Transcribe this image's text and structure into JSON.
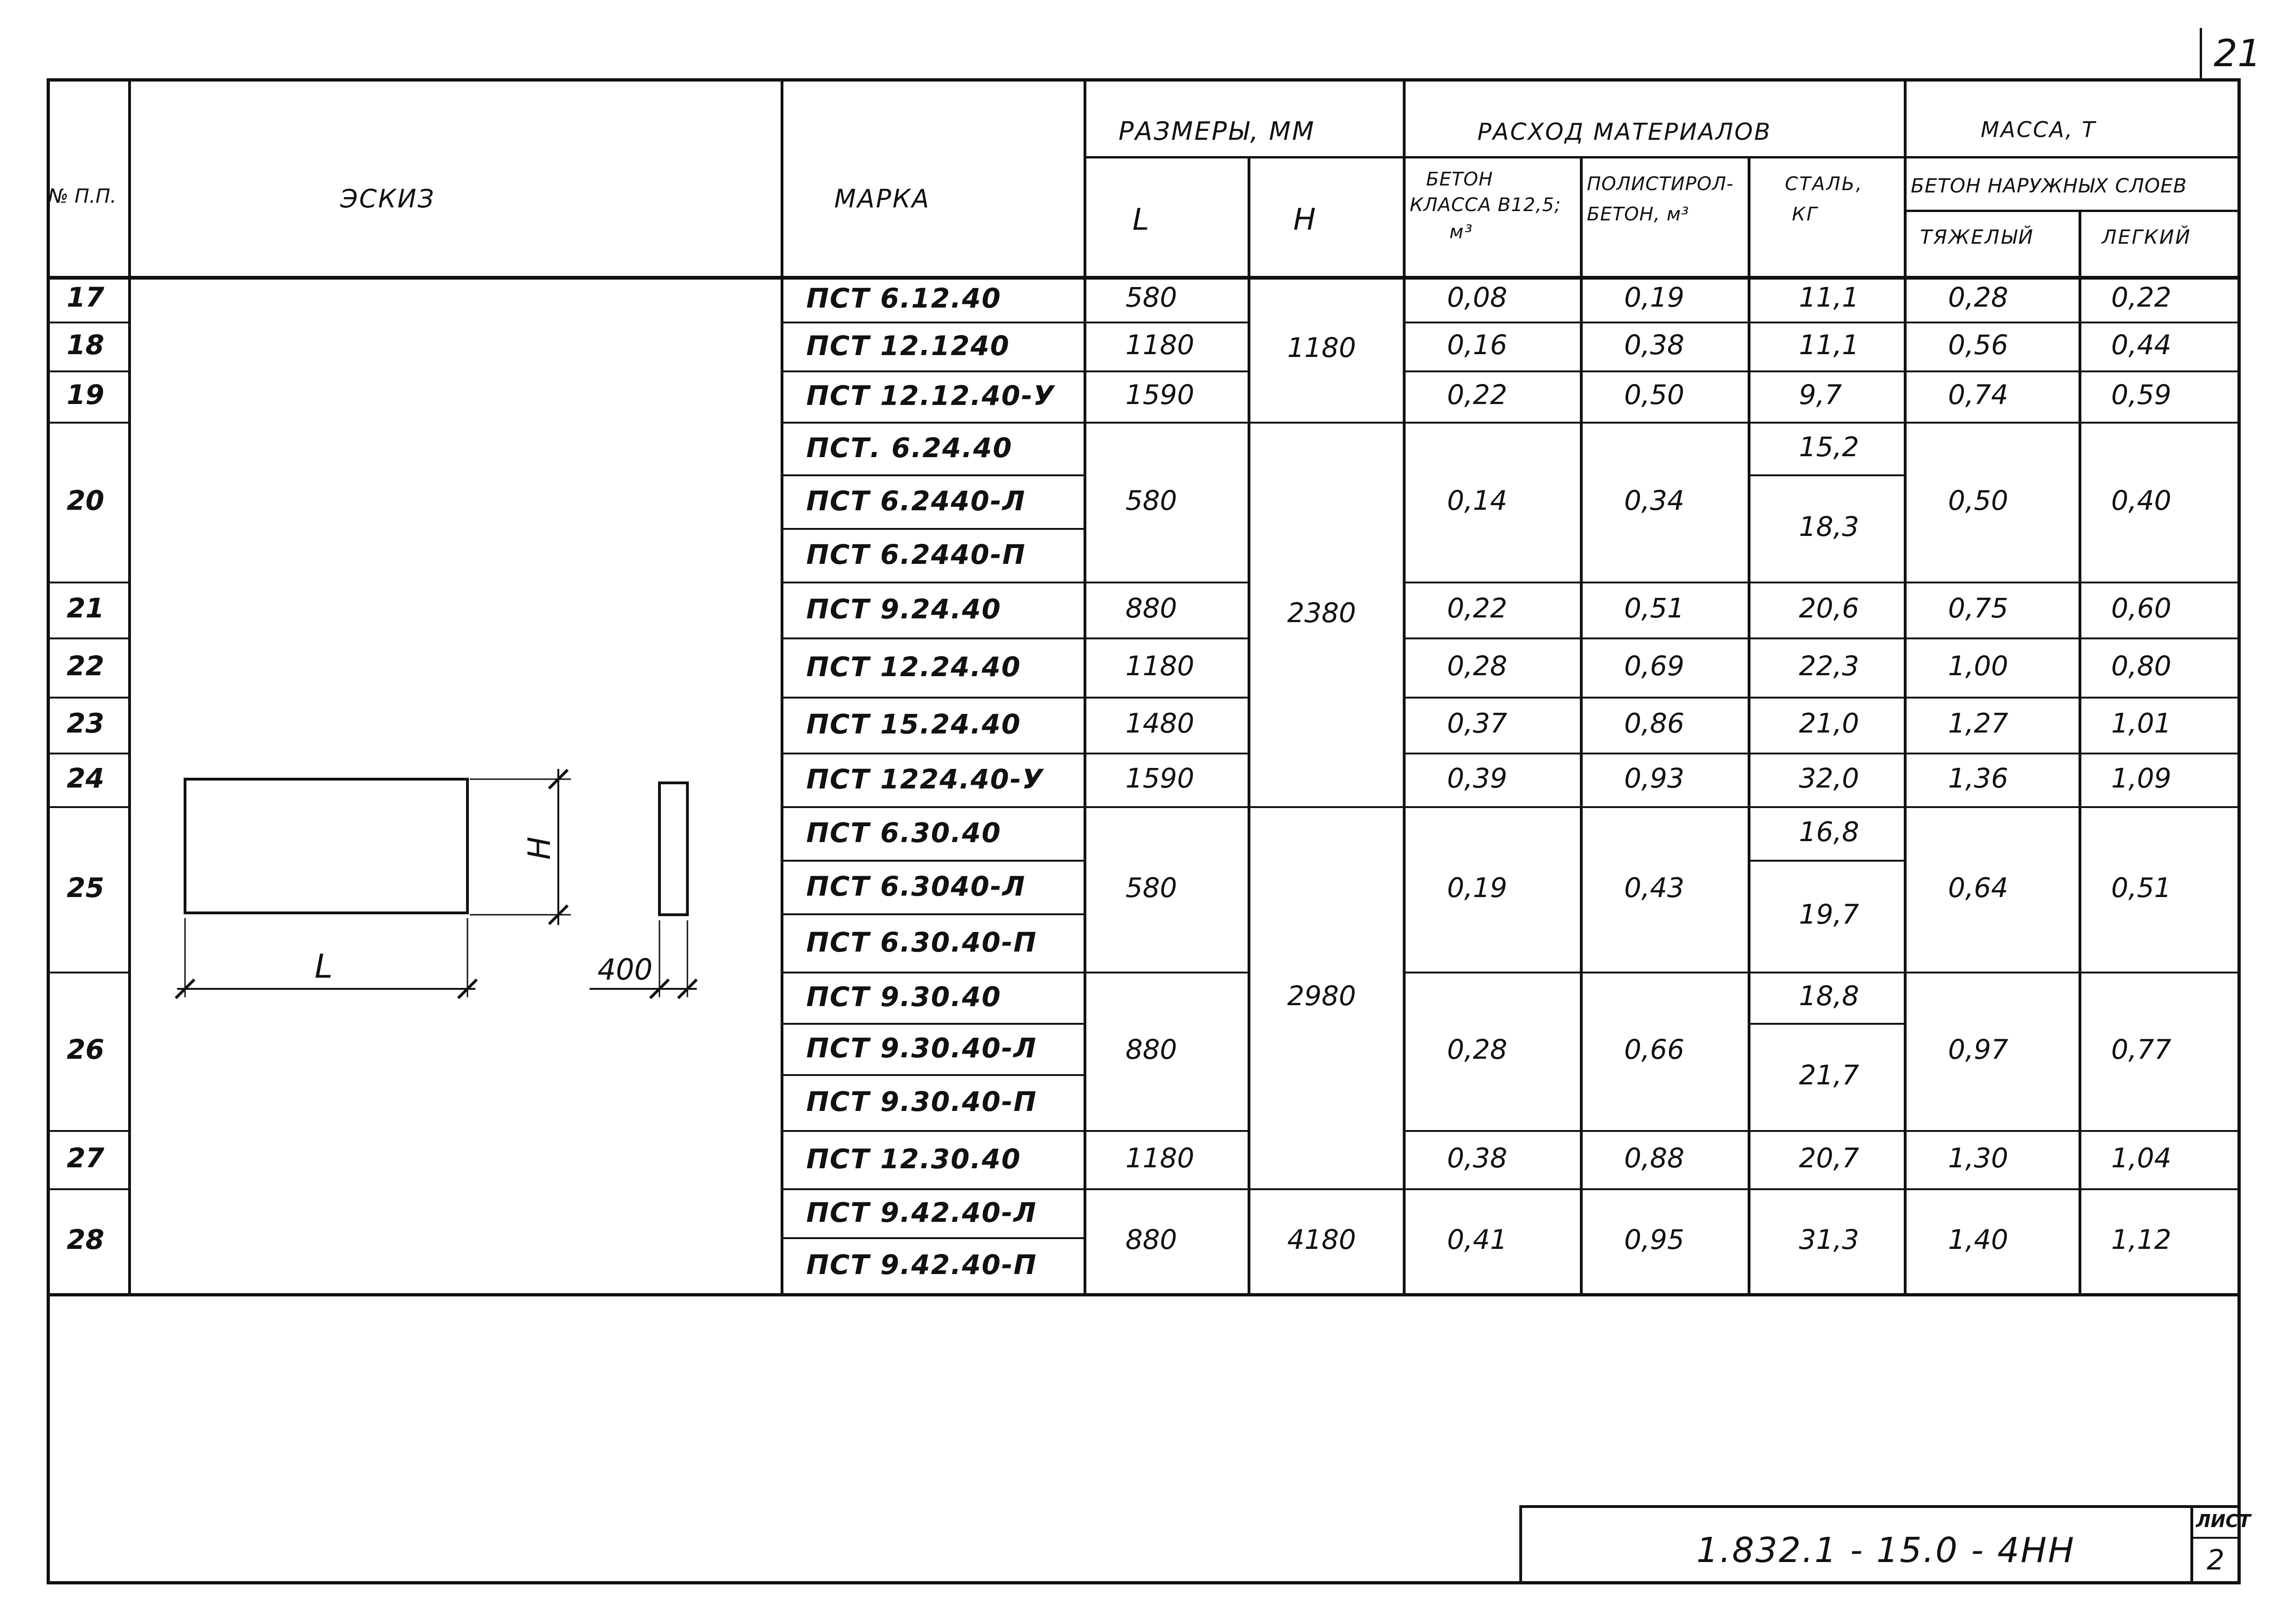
{
  "page_number": "21",
  "headers": {
    "num": "№ П.П.",
    "sketch": "ЭСКИЗ",
    "mark": "МАРКА",
    "dims": "РАЗМЕРЫ, ММ",
    "dim_L": "L",
    "dim_H": "H",
    "materials": "РАСХОД МАТЕРИАЛОВ",
    "concrete": [
      "БЕТОН",
      "КЛАССА В12,5;",
      "м³"
    ],
    "polystyrene": [
      "ПОЛИСТИРОЛ-",
      "БЕТОН, м³"
    ],
    "steel": [
      "СТАЛЬ,",
      "КГ"
    ],
    "mass": "МАССА, Т",
    "outer_layers": "БЕТОН НАРУЖНЫХ СЛОЕВ",
    "heavy": "ТЯЖЕЛЫЙ",
    "light": "ЛЕГКИЙ"
  },
  "sketch": {
    "h_label": "H",
    "l_label": "L",
    "t_label": "400"
  },
  "rows": [
    {
      "num": "17",
      "marks": [
        "ПСТ 6.12.40"
      ],
      "L": "580",
      "H": "1180",
      "concrete": "0,08",
      "poly": "0,19",
      "steel": [
        "11,1"
      ],
      "heavy": "0,28",
      "light": "0,22"
    },
    {
      "num": "18",
      "marks": [
        "ПСТ 12.1240"
      ],
      "L": "1180",
      "concrete": "0,16",
      "poly": "0,38",
      "steel": [
        "11,1"
      ],
      "heavy": "0,56",
      "light": "0,44"
    },
    {
      "num": "19",
      "marks": [
        "ПСТ 12.12.40-У"
      ],
      "L": "1590",
      "concrete": "0,22",
      "poly": "0,50",
      "steel": [
        "9,7"
      ],
      "heavy": "0,74",
      "light": "0,59"
    },
    {
      "num": "20",
      "marks": [
        "ПСТ. 6.24.40",
        "ПСТ 6.2440-Л",
        "ПСТ 6.2440-П"
      ],
      "L": "580",
      "H": "2380",
      "concrete": "0,14",
      "poly": "0,34",
      "steel": [
        "15,2",
        "18,3"
      ],
      "heavy": "0,50",
      "light": "0,40"
    },
    {
      "num": "21",
      "marks": [
        "ПСТ 9.24.40"
      ],
      "L": "880",
      "concrete": "0,22",
      "poly": "0,51",
      "steel": [
        "20,6"
      ],
      "heavy": "0,75",
      "light": "0,60"
    },
    {
      "num": "22",
      "marks": [
        "ПСТ 12.24.40"
      ],
      "L": "1180",
      "concrete": "0,28",
      "poly": "0,69",
      "steel": [
        "22,3"
      ],
      "heavy": "1,00",
      "light": "0,80"
    },
    {
      "num": "23",
      "marks": [
        "ПСТ 15.24.40"
      ],
      "L": "1480",
      "concrete": "0,37",
      "poly": "0,86",
      "steel": [
        "21,0"
      ],
      "heavy": "1,27",
      "light": "1,01"
    },
    {
      "num": "24",
      "marks": [
        "ПСТ 1224.40-У"
      ],
      "L": "1590",
      "concrete": "0,39",
      "poly": "0,93",
      "steel": [
        "32,0"
      ],
      "heavy": "1,36",
      "light": "1,09"
    },
    {
      "num": "25",
      "marks": [
        "ПСТ 6.30.40",
        "ПСТ 6.3040-Л",
        "ПСТ 6.30.40-П"
      ],
      "L": "580",
      "H": "2980",
      "concrete": "0,19",
      "poly": "0,43",
      "steel": [
        "16,8",
        "19,7"
      ],
      "heavy": "0,64",
      "light": "0,51"
    },
    {
      "num": "26",
      "marks": [
        "ПСТ 9.30.40",
        "ПСТ 9.30.40-Л",
        "ПСТ 9.30.40-П"
      ],
      "L": "880",
      "concrete": "0,28",
      "poly": "0,66",
      "steel": [
        "18,8",
        "21,7"
      ],
      "heavy": "0,97",
      "light": "0,77"
    },
    {
      "num": "27",
      "marks": [
        "ПСТ 12.30.40"
      ],
      "L": "1180",
      "concrete": "0,38",
      "poly": "0,88",
      "steel": [
        "20,7"
      ],
      "heavy": "1,30",
      "light": "1,04"
    },
    {
      "num": "28",
      "marks": [
        "ПСТ 9.42.40-Л",
        "ПСТ 9.42.40-П"
      ],
      "L": "880",
      "H": "4180",
      "concrete": "0,41",
      "poly": "0,95",
      "steel": [
        "31,3"
      ],
      "heavy": "1,40",
      "light": "1,12"
    }
  ],
  "stamp": {
    "code": "1.832.1 - 15.0 - 4НН",
    "sheet_label": "ЛИСТ",
    "sheet_number": "2"
  }
}
